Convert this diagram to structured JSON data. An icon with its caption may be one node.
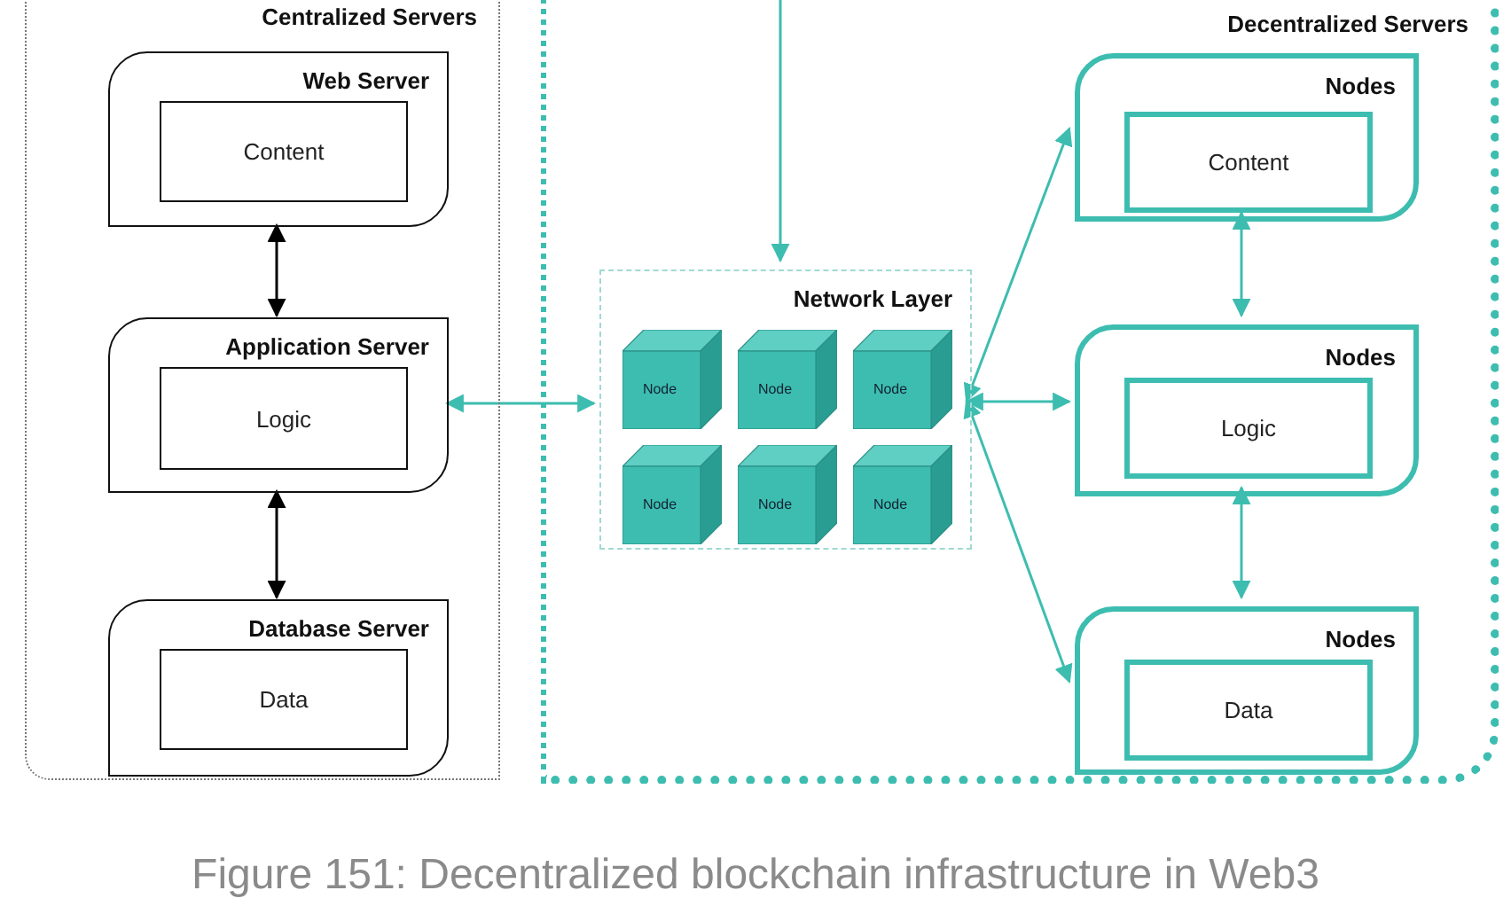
{
  "diagram": {
    "caption": "Figure 151: Decentralized blockchain infrastructure in Web3",
    "nodes": [
      {
        "text": [
          "Centralized Servers"
        ]
      },
      {
        "text": [
          "Web Server"
        ],
        "in": 0
      },
      {
        "text": [
          "Content"
        ],
        "in": 1
      },
      {
        "text": [
          "Application Server"
        ],
        "in": 0
      },
      {
        "text": [
          "Logic"
        ],
        "in": 3
      },
      {
        "text": [
          "Database Server"
        ],
        "in": 0
      },
      {
        "text": [
          "Data"
        ],
        "in": 5
      },
      {
        "text": [
          "Decentralized Servers"
        ]
      },
      {
        "text": [
          "Network Layer"
        ],
        "in": 7
      },
      {
        "text": [
          "Node"
        ],
        "in": 8
      },
      {
        "text": [
          "Node"
        ],
        "in": 8
      },
      {
        "text": [
          "Node"
        ],
        "in": 8
      },
      {
        "text": [
          "Node"
        ],
        "in": 8
      },
      {
        "text": [
          "Node"
        ],
        "in": 8
      },
      {
        "text": [
          "Node"
        ],
        "in": 8
      },
      {
        "text": [
          "Nodes"
        ],
        "in": 7
      },
      {
        "text": [
          "Content"
        ],
        "in": 15
      },
      {
        "text": [
          "Nodes"
        ],
        "in": 7
      },
      {
        "text": [
          "Logic"
        ],
        "in": 17
      },
      {
        "text": [
          "Nodes"
        ],
        "in": 7
      },
      {
        "text": [
          "Data"
        ],
        "in": 19
      }
    ],
    "edges": [
      {
        "from": 1,
        "to": 3,
        "arrow": "both",
        "color": "#000000"
      },
      {
        "from": 3,
        "to": 5,
        "arrow": "both",
        "color": "#000000"
      },
      {
        "from": 3,
        "to": 8,
        "arrow": "both"
      },
      {
        "from": null,
        "to": 8,
        "arrow": "to"
      },
      {
        "from": 8,
        "to": 15,
        "arrow": "both"
      },
      {
        "from": 8,
        "to": 17,
        "arrow": "both"
      },
      {
        "from": 8,
        "to": 19,
        "arrow": "both"
      },
      {
        "from": 15,
        "to": 17,
        "arrow": "both"
      },
      {
        "from": 17,
        "to": 19,
        "arrow": "both"
      }
    ]
  }
}
